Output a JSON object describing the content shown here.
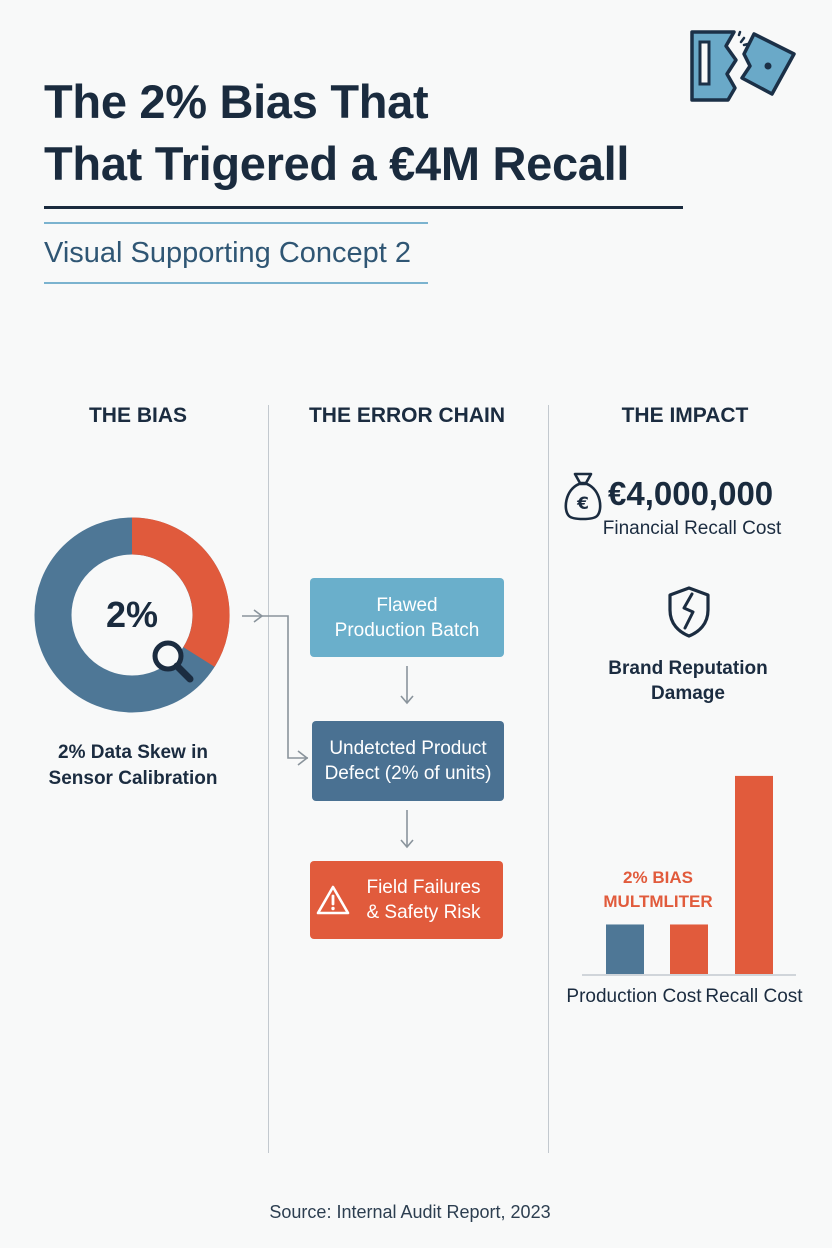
{
  "title": {
    "line1": "The 2% Bias That",
    "line2": "That Trigered a €4M Recall"
  },
  "subtitle": "Visual Supporting Concept 2",
  "columns": {
    "bias": "THE BIAS",
    "chain": "THE ERROR CHAIN",
    "impact": "THE IMPACT"
  },
  "bias": {
    "percent_label": "2%",
    "caption_line1": "2% Data Skew in",
    "caption_line2": "Sensor Calibration",
    "donut_colors": {
      "highlight": "#e05a3c",
      "base": "#4e7796"
    }
  },
  "chain": {
    "steps": [
      {
        "line1": "Flawed",
        "line2": "Production Batch",
        "color": "#6aafcb"
      },
      {
        "line1": "Undetcted Product",
        "line2": "Defect (2% of units)",
        "color": "#4a7192"
      },
      {
        "line1": "Field Failures",
        "line2": "& Safety Risk",
        "color": "#e15b3c",
        "icon": "warning-icon"
      }
    ]
  },
  "impact": {
    "cost_value": "€4,000,000",
    "cost_label": "Financial Recall Cost",
    "cost_icon": "money-bag-icon",
    "reputation_icon": "broken-shield-icon",
    "reputation_line1": "Brand Reputation",
    "reputation_line2": "Damage",
    "multiplier_line1": "2% BIAS",
    "multiplier_line2": "MULTMLITER"
  },
  "chart_data": {
    "type": "bar",
    "categories": [
      "Production Cost",
      "Recall Cost"
    ],
    "bars": [
      {
        "category": "Production Cost",
        "value": 1,
        "color": "#4e7796"
      },
      {
        "category": "Production Cost",
        "value": 1,
        "color": "#e15b3c"
      },
      {
        "category": "Recall Cost",
        "value": 4,
        "color": "#e15b3c"
      }
    ],
    "ylim": [
      0,
      4.2
    ],
    "title": "",
    "xlabel": "",
    "ylabel": ""
  },
  "source": "Source: Internal Audit Report, 2023",
  "header_icon": "broken-card-icon"
}
